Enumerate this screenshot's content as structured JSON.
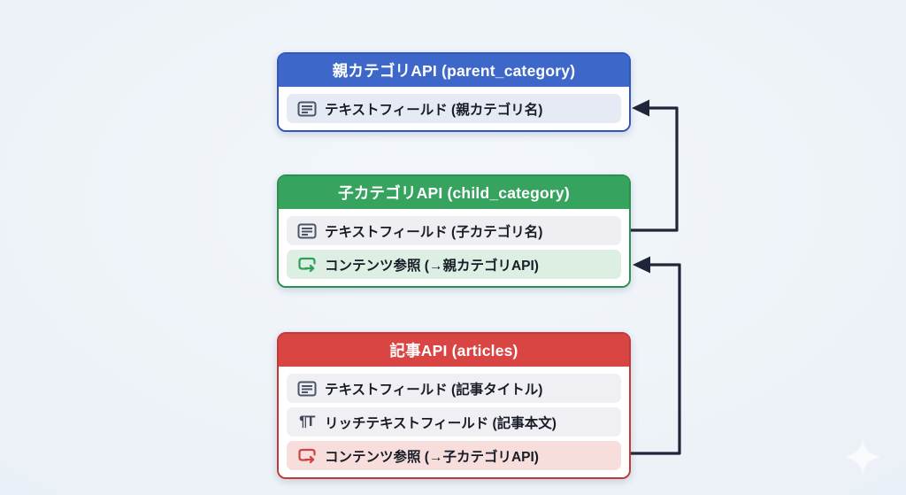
{
  "apis": [
    {
      "name": "parent-category-api",
      "title": "親カテゴリAPI (parent_category)",
      "colors": {
        "header": "#3d68c9",
        "border": "#3156bd"
      },
      "fields": [
        {
          "icon": "text-field-icon",
          "label": "テキストフィールド (親カテゴリ名)",
          "bg": "#e5eaf4",
          "icon_color": "#4a5568"
        }
      ]
    },
    {
      "name": "child-category-api",
      "title": "子カテゴリAPI (child_category)",
      "colors": {
        "header": "#36a45e",
        "border": "#2c9150"
      },
      "fields": [
        {
          "icon": "text-field-icon",
          "label": "テキストフィールド (子カテゴリ名)",
          "bg": "#efeff3",
          "icon_color": "#4a5568"
        },
        {
          "icon": "content-reference-icon",
          "label": "コンテンツ参照 (→親カテゴリAPI)",
          "bg": "#dcefe2",
          "icon_color": "#2f9e57"
        }
      ]
    },
    {
      "name": "articles-api",
      "title": "記事API (articles)",
      "colors": {
        "header": "#d94543",
        "border": "#c23a38"
      },
      "fields": [
        {
          "icon": "text-field-icon",
          "label": "テキストフィールド (記事タイトル)",
          "bg": "#f0eff3",
          "icon_color": "#4a5568"
        },
        {
          "icon": "rich-text-icon",
          "glyph": "¶T",
          "label": "リッチテキストフィールド (記事本文)",
          "bg": "#f0eff3",
          "icon_color": "#3f4654"
        },
        {
          "icon": "content-reference-icon",
          "label": "コンテンツ参照 (→子カテゴリAPI)",
          "bg": "#f7dedd",
          "icon_color": "#cf4442"
        }
      ]
    }
  ],
  "connections": [
    {
      "from": "child-category-api",
      "to": "parent-category-api",
      "color": "#20263a"
    },
    {
      "from": "articles-api",
      "to": "child-category-api",
      "color": "#20263a"
    }
  ],
  "decor": {
    "sparkle_color": "#ffffff"
  }
}
